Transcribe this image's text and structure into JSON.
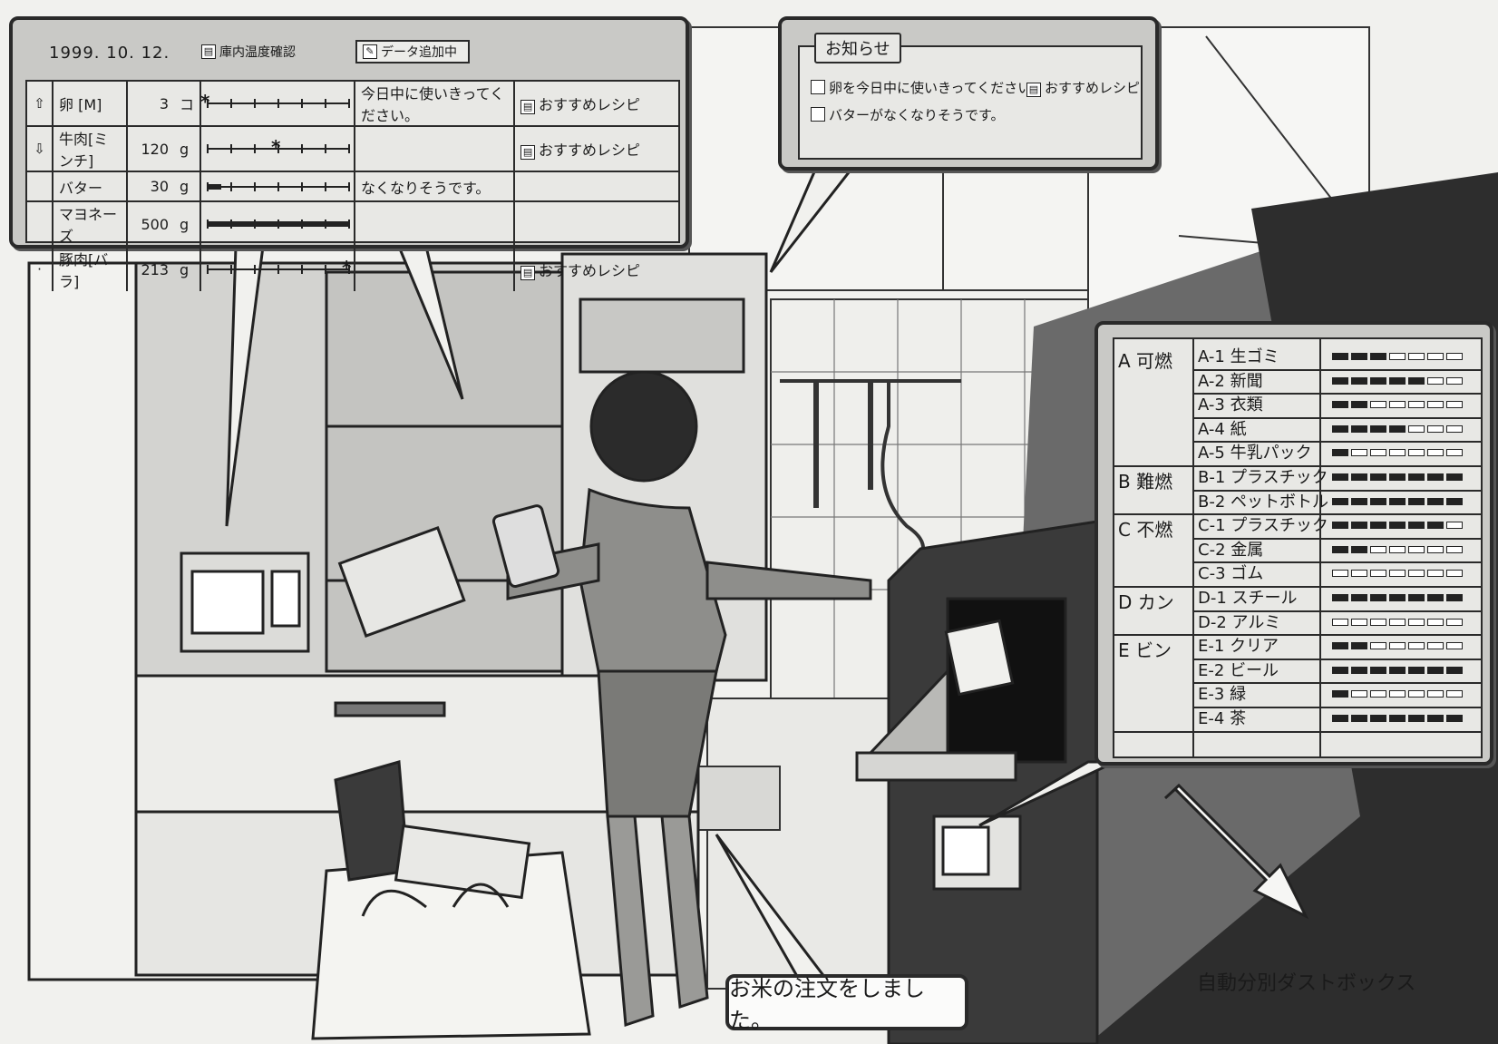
{
  "inventory_panel": {
    "date": "1999. 10. 12.",
    "temp_check_label": "庫内温度確認",
    "data_adding_label": "データ追加中",
    "scroll_up_icon": "up-arrow-icon",
    "scroll_down_icon": "down-arrow-icon",
    "items": [
      {
        "name": "卵 [M]",
        "qty": "3",
        "unit": "コ",
        "level": 0.0,
        "note": "今日中に使いきってください。",
        "recipe": "おすすめレシピ"
      },
      {
        "name": "牛肉[ミンチ]",
        "qty": "120",
        "unit": "g",
        "level": 0.5,
        "note": "",
        "recipe": "おすすめレシピ"
      },
      {
        "name": "バター",
        "qty": "30",
        "unit": "g",
        "level": 0.1,
        "note": "なくなりそうです。",
        "recipe": ""
      },
      {
        "name": "マヨネーズ",
        "qty": "500",
        "unit": "g",
        "level": 1.0,
        "note": "",
        "recipe": ""
      },
      {
        "name": "豚肉[バラ]",
        "qty": "213",
        "unit": "g",
        "level": 1.0,
        "note": "",
        "recipe": "おすすめレシピ"
      }
    ]
  },
  "notice_panel": {
    "title": "お知らせ",
    "messages": [
      {
        "text": "卵を今日中に使いきってください。",
        "recipe": "おすすめレシピ"
      },
      {
        "text": "バターがなくなりそうです。",
        "recipe": ""
      }
    ]
  },
  "dust_panel": {
    "groups": [
      {
        "label": "A 可燃",
        "items": [
          {
            "code": "A-1",
            "name": "生ゴミ",
            "level": 3
          },
          {
            "code": "A-2",
            "name": "新聞",
            "level": 5
          },
          {
            "code": "A-3",
            "name": "衣類",
            "level": 2
          },
          {
            "code": "A-4",
            "name": "紙",
            "level": 4
          },
          {
            "code": "A-5",
            "name": "牛乳パック",
            "level": 1
          }
        ]
      },
      {
        "label": "B 難燃",
        "items": [
          {
            "code": "B-1",
            "name": "プラスチック",
            "level": 7
          },
          {
            "code": "B-2",
            "name": "ペットボトル",
            "level": 7
          }
        ]
      },
      {
        "label": "C 不燃",
        "items": [
          {
            "code": "C-1",
            "name": "プラスチック",
            "level": 6
          },
          {
            "code": "C-2",
            "name": "金属",
            "level": 2
          },
          {
            "code": "C-3",
            "name": "ゴム",
            "level": 0
          }
        ]
      },
      {
        "label": "D カン",
        "items": [
          {
            "code": "D-1",
            "name": "スチール",
            "level": 7
          },
          {
            "code": "D-2",
            "name": "アルミ",
            "level": 0
          }
        ]
      },
      {
        "label": "E ビン",
        "items": [
          {
            "code": "E-1",
            "name": "クリア",
            "level": 2
          },
          {
            "code": "E-2",
            "name": "ビール",
            "level": 7
          },
          {
            "code": "E-3",
            "name": "緑",
            "level": 1
          },
          {
            "code": "E-4",
            "name": "茶",
            "level": 7
          }
        ]
      }
    ]
  },
  "speech_bubble": "お米の注文をしました。",
  "caption": "自動分別ダストボックス",
  "colors": {
    "ink": "#1a1a1a",
    "panel": "#c9c9c6",
    "screen": "#e8e8e5",
    "paper": "#f1f1ee"
  }
}
